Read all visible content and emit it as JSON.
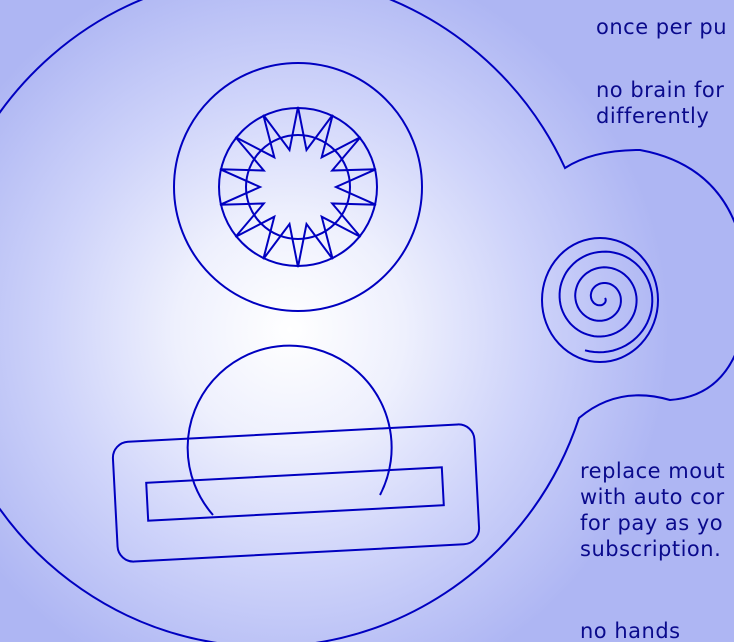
{
  "annotations": {
    "note_top": "once per pu",
    "note_brain": "no brain for\ndifferently",
    "note_mouth": "replace mout\nwith auto cor\nfor pay as yo\nsubscription.",
    "note_hands": "no hands"
  },
  "colors": {
    "stroke": "#0000c0",
    "text": "#0a0a8c",
    "background_center": "#ffffff",
    "background_edge": "#aeb6f3"
  },
  "icons": [
    "starburst-eye-icon",
    "spiral-ear-icon"
  ]
}
